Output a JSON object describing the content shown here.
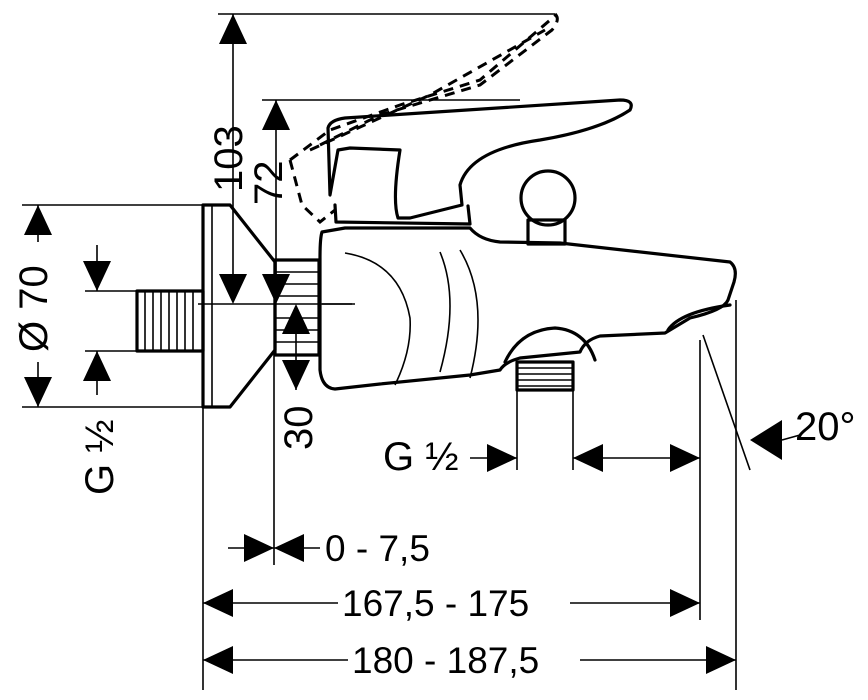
{
  "labels": {
    "height_total": "103",
    "height_lever": "72",
    "diameter": "Ø 70",
    "thread_left": "G ½",
    "offset_down": "30",
    "thread_outlet": "G ½",
    "angle": "20°",
    "adjust": "0 - 7,5",
    "length_short": "167,5 - 175",
    "length_long": "180 - 187,5"
  },
  "colors": {
    "line": "#000000",
    "background": "#ffffff"
  }
}
